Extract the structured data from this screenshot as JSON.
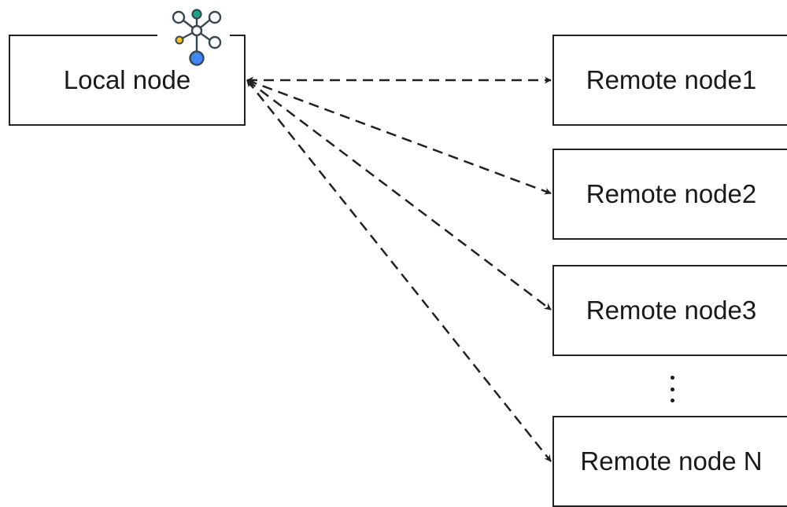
{
  "local_node": {
    "label": "Local node",
    "icon": "network-hub-icon"
  },
  "remote_nodes": [
    {
      "label": "Remote node1"
    },
    {
      "label": "Remote node2"
    },
    {
      "label": "Remote node3"
    },
    {
      "label": "Remote node N"
    }
  ],
  "ellipsis_icon": "vertical-ellipsis-icon",
  "connection_style": "dashed, bidirectional arrows",
  "colors": {
    "stroke": "#222222",
    "icon_outline": "#37474f",
    "icon_teal": "#1aa58a",
    "icon_yellow": "#f5c518",
    "icon_blue": "#4285f4"
  }
}
